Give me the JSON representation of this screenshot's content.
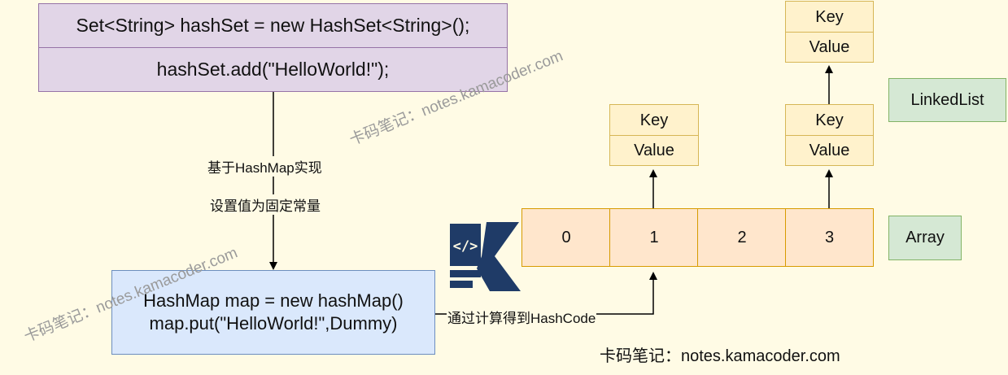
{
  "hashset_box": {
    "line1": "Set<String> hashSet = new HashSet<String>();",
    "line2": "hashSet.add(\"HelloWorld!\");"
  },
  "edge_label": {
    "line1": "基于HashMap实现",
    "line2": "设置值为固定常量"
  },
  "hashmap_box": {
    "line1": "HashMap map = new hashMap()",
    "line2": "map.put(\"HelloWorld!\",Dummy)"
  },
  "hash_label": "通过计算得到HashCode",
  "array_cells": [
    "0",
    "1",
    "2",
    "3"
  ],
  "node": {
    "key": "Key",
    "value": "Value"
  },
  "legend": {
    "linkedlist": "LinkedList",
    "array": "Array"
  },
  "watermark": "卡码笔记：notes.kamacoder.com",
  "logo": {
    "name": "kamacoder-logo",
    "symbol": "</>"
  },
  "colors": {
    "background": "#fffbe5",
    "purple_fill": "#e1d5e7",
    "blue_fill": "#dae8fc",
    "yellow_fill": "#fff2cc",
    "orange_fill": "#ffe6cc",
    "green_fill": "#d5e8d4",
    "logo": "#1f3b67"
  }
}
